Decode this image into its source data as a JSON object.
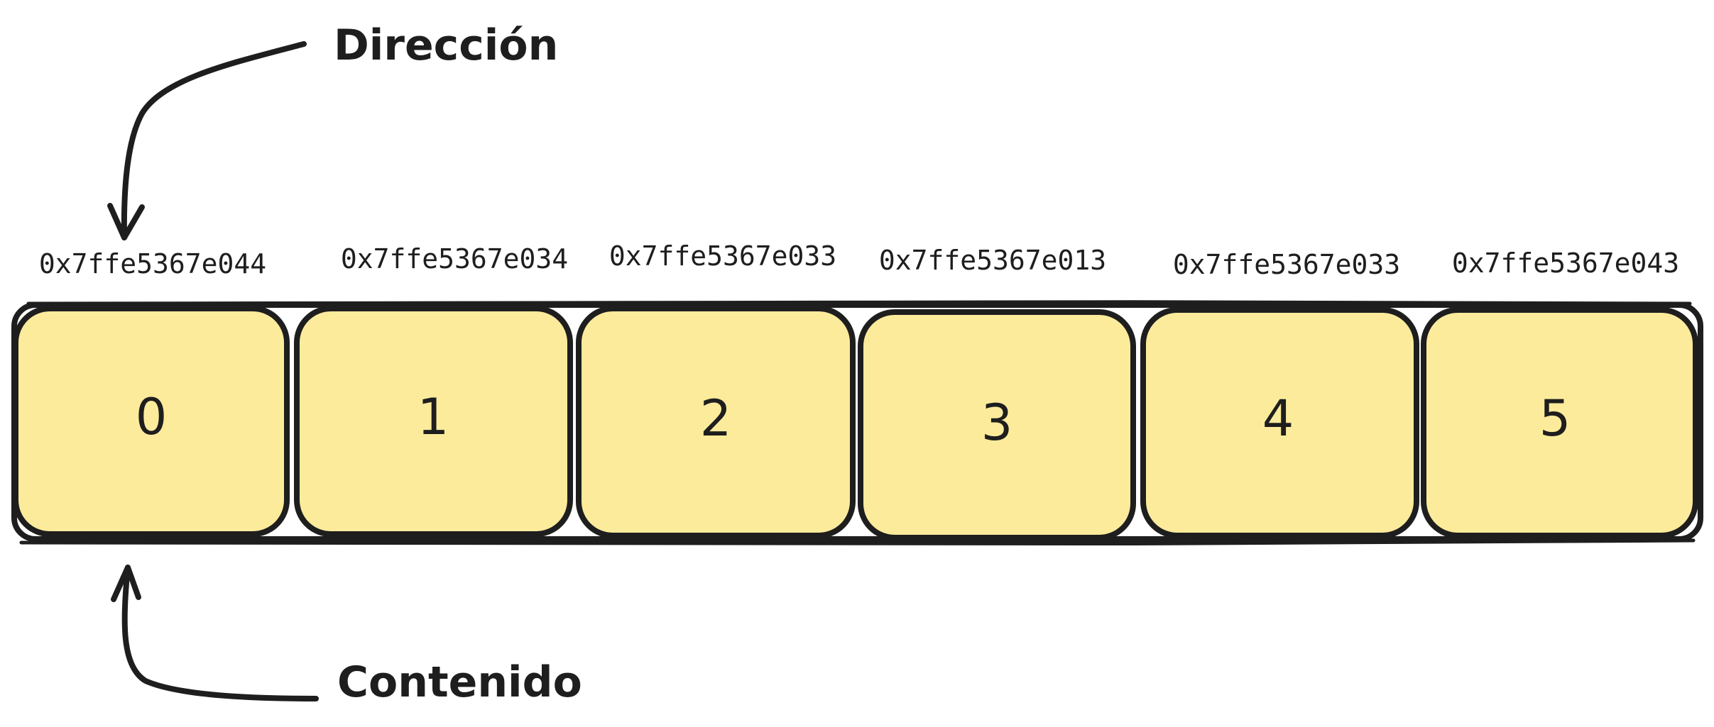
{
  "labels": {
    "address": "Dirección",
    "content": "Contenido"
  },
  "cells": [
    {
      "address": "0x7ffe5367e044",
      "value": "0"
    },
    {
      "address": "0x7ffe5367e034",
      "value": "1"
    },
    {
      "address": "0x7ffe5367e033",
      "value": "2"
    },
    {
      "address": "0x7ffe5367e013",
      "value": "3"
    },
    {
      "address": "0x7ffe5367e033",
      "value": "4"
    },
    {
      "address": "0x7ffe5367e043",
      "value": "5"
    }
  ],
  "colors": {
    "cell_fill": "#fdeb9c",
    "stroke": "#1e1e1e",
    "background": "#ffffff"
  }
}
